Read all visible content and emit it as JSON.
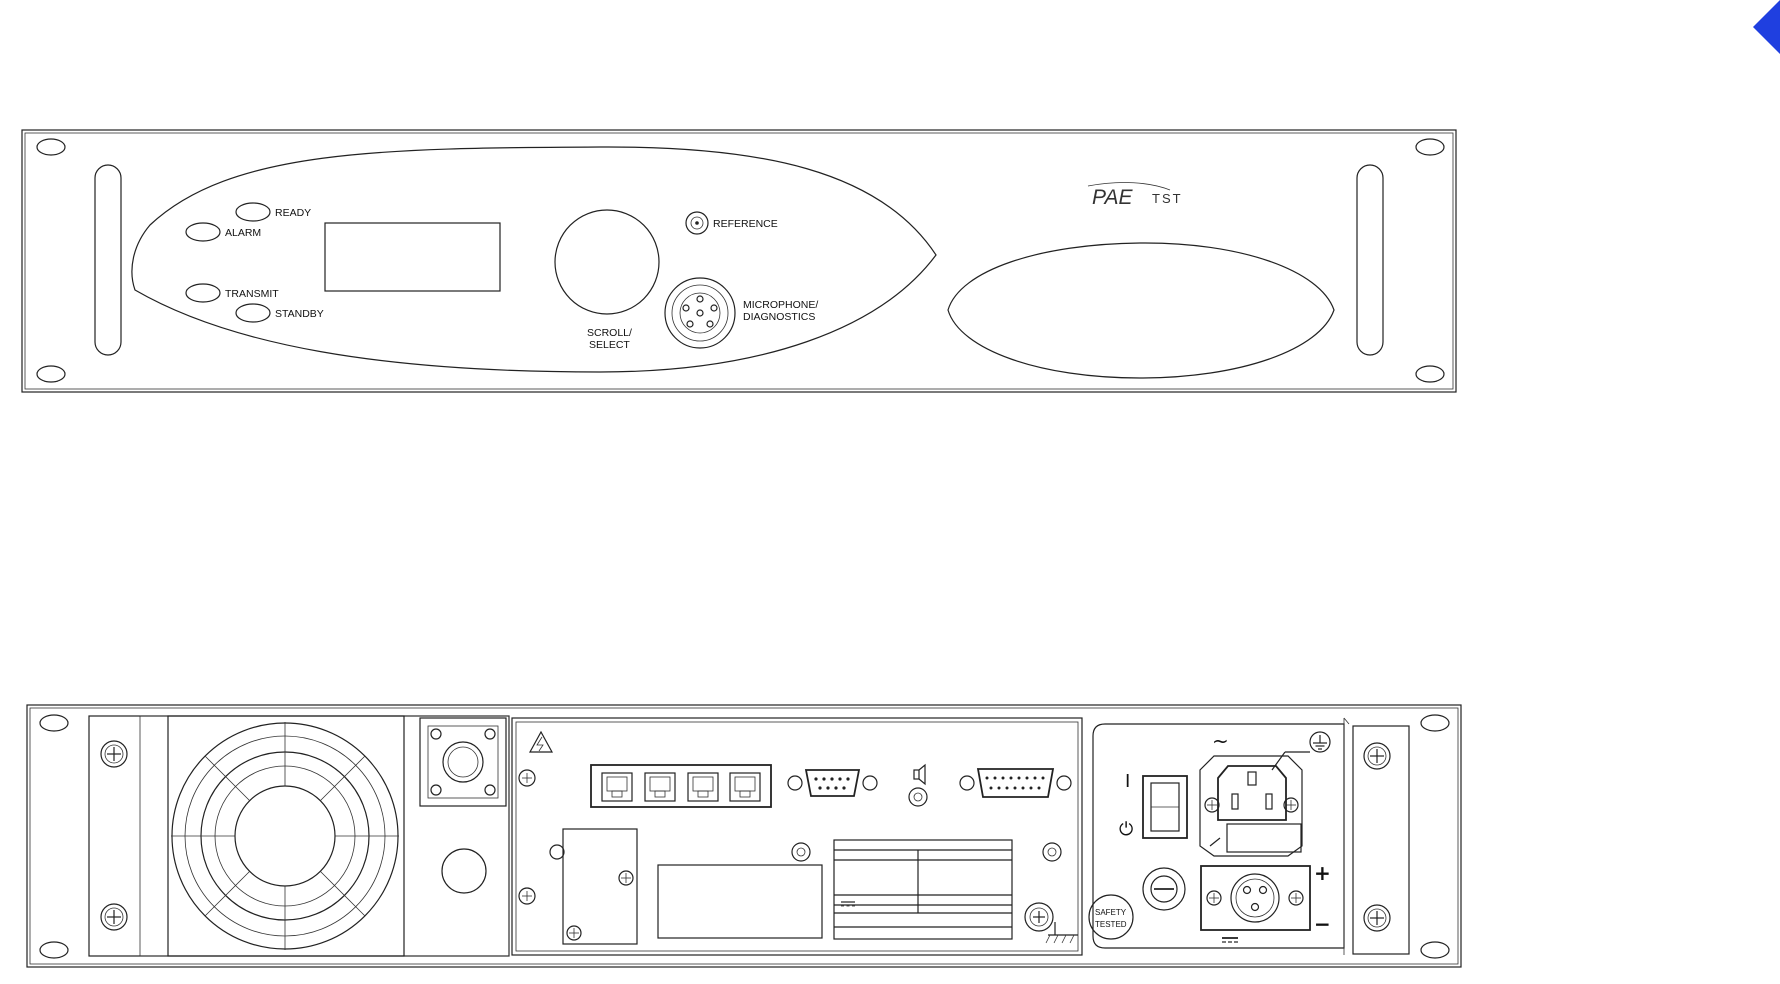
{
  "front_panel": {
    "indicators": {
      "ready": "READY",
      "alarm": "ALARM",
      "transmit": "TRANSMIT",
      "standby": "STANDBY"
    },
    "knob_label_line1": "SCROLL/",
    "knob_label_line2": "SELECT",
    "reference_label": "REFERENCE",
    "mic_label_line1": "MICROPHONE/",
    "mic_label_line2": "DIAGNOSTICS",
    "brand": "PAE",
    "model": "TST"
  },
  "rear_panel": {
    "power_on_symbol": "I",
    "power_off_symbol": "⏻",
    "ac_symbol": "~",
    "dc_plus": "+",
    "dc_minus": "−",
    "safety_line1": "SAFETY",
    "safety_line2": "TESTED"
  },
  "colors": {
    "outline": "#222222",
    "nav_marker": "#1f3fe0"
  },
  "icons": [
    "warning-lightning-icon",
    "ground-symbol-icon",
    "earth-symbol-icon",
    "dc-symbol-icon",
    "fan-grille-icon"
  ]
}
